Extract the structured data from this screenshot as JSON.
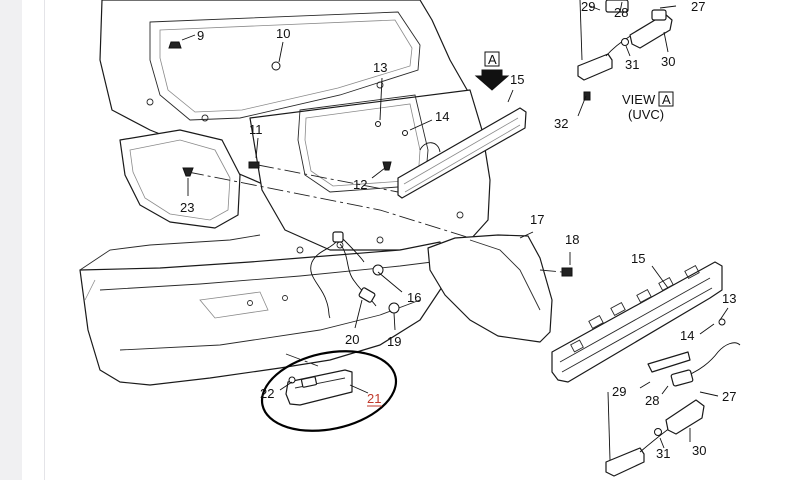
{
  "callouts": [
    {
      "id": "c9",
      "text": "9"
    },
    {
      "id": "c10",
      "text": "10"
    },
    {
      "id": "c11",
      "text": "11"
    },
    {
      "id": "c12",
      "text": "12"
    },
    {
      "id": "c13a",
      "text": "13"
    },
    {
      "id": "c14a",
      "text": "14"
    },
    {
      "id": "c15a",
      "text": "15"
    },
    {
      "id": "c16",
      "text": "16"
    },
    {
      "id": "c17",
      "text": "17"
    },
    {
      "id": "c18",
      "text": "18"
    },
    {
      "id": "c19",
      "text": "19"
    },
    {
      "id": "c20",
      "text": "20"
    },
    {
      "id": "c21",
      "text": "21"
    },
    {
      "id": "c22",
      "text": "22"
    },
    {
      "id": "c23",
      "text": "23"
    },
    {
      "id": "c27a",
      "text": "27"
    },
    {
      "id": "c28a",
      "text": "28"
    },
    {
      "id": "c29a",
      "text": "29"
    },
    {
      "id": "c30a",
      "text": "30"
    },
    {
      "id": "c31a",
      "text": "31"
    },
    {
      "id": "c32",
      "text": "32"
    },
    {
      "id": "c15b",
      "text": "15"
    },
    {
      "id": "c13b",
      "text": "13"
    },
    {
      "id": "c14b",
      "text": "14"
    },
    {
      "id": "c29b",
      "text": "29"
    },
    {
      "id": "c28b",
      "text": "28"
    },
    {
      "id": "c27b",
      "text": "27"
    },
    {
      "id": "c30b",
      "text": "30"
    },
    {
      "id": "c31b",
      "text": "31"
    }
  ],
  "view": {
    "marker_letter": "A",
    "label_prefix": "VIEW",
    "label_letter": "A",
    "label_suffix": "(UVC)"
  },
  "highlight": {
    "callout": "21",
    "color": "#c0392b"
  }
}
